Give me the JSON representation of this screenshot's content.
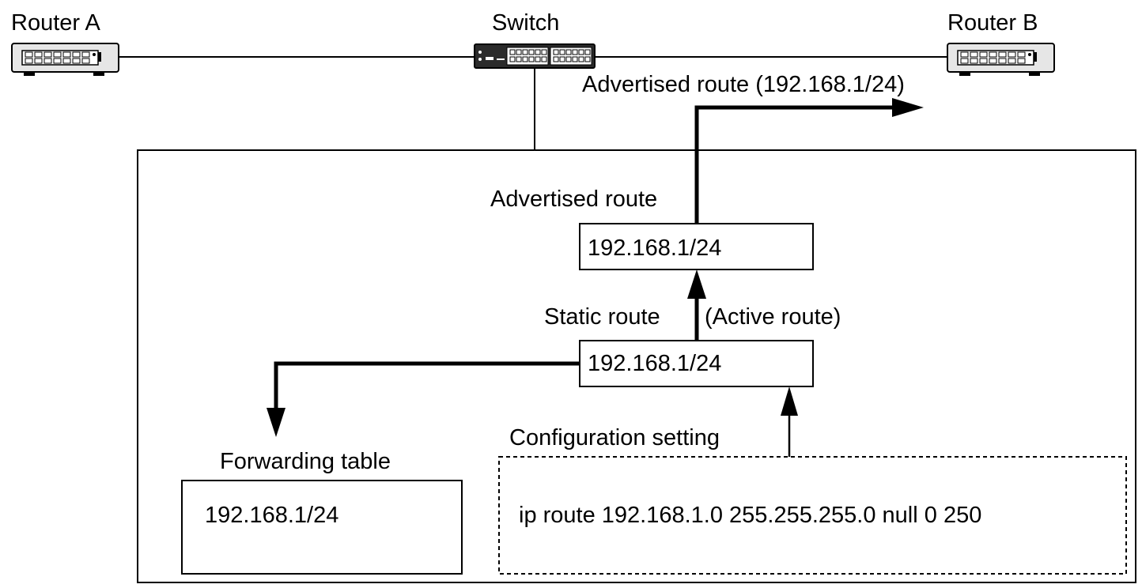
{
  "devices": {
    "router_a": "Router A",
    "switch": "Switch",
    "router_b": "Router B"
  },
  "flow": {
    "advertised_to_b": "Advertised route (192.168.1/24)",
    "advertised_route_label": "Advertised route",
    "advertised_route_value": "192.168.1/24",
    "static_route_label": "Static route",
    "active_route_note": "(Active route)",
    "static_route_value": "192.168.1/24",
    "config_label": "Configuration setting",
    "config_command": "ip route 192.168.1.0 255.255.255.0 null 0 250",
    "forwarding_label": "Forwarding table",
    "forwarding_value": "192.168.1/24"
  },
  "colors": {
    "line": "#000000",
    "device_body": "#e6e6e6",
    "switch_body": "#2b2b2b"
  }
}
